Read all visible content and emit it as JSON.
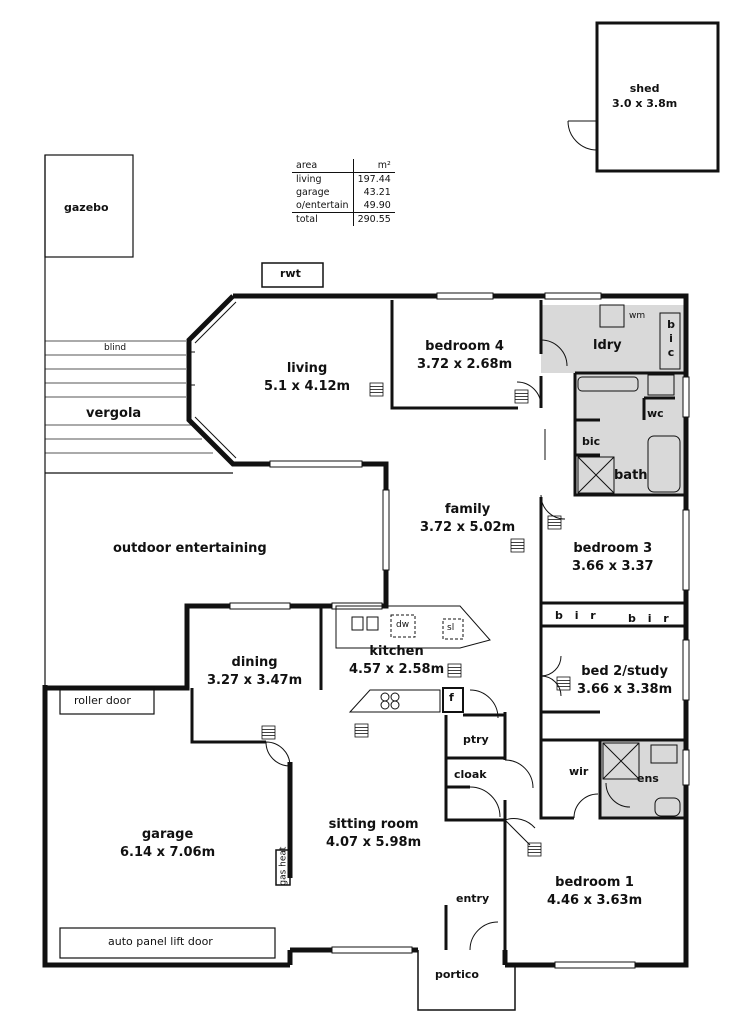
{
  "area_table": {
    "header": {
      "label": "area",
      "unit": "m²"
    },
    "rows": [
      {
        "label": "living",
        "value": "197.44"
      },
      {
        "label": "garage",
        "value": "43.21"
      },
      {
        "label": "o/entertain",
        "value": "49.90"
      }
    ],
    "total": {
      "label": "total",
      "value": "290.55"
    }
  },
  "rooms": {
    "shed": {
      "name": "shed",
      "size": "3.0 x 3.8m"
    },
    "gazebo": {
      "name": "gazebo"
    },
    "rwt": {
      "name": "rwt"
    },
    "living": {
      "name": "living",
      "size": "5.1 x 4.12m"
    },
    "bedroom4": {
      "name": "bedroom 4",
      "size": "3.72 x 2.68m"
    },
    "laundry": {
      "name": "ldry"
    },
    "wm": {
      "name": "wm"
    },
    "bic_laundry": {
      "name": "b i c"
    },
    "wc": {
      "name": "wc"
    },
    "bic_bath": {
      "name": "bic"
    },
    "bath": {
      "name": "bath"
    },
    "blind": {
      "name": "blind"
    },
    "vergola": {
      "name": "vergola"
    },
    "outdoor": {
      "name": "outdoor entertaining"
    },
    "family": {
      "name": "family",
      "size": "3.72 x 5.02m"
    },
    "bedroom3": {
      "name": "bedroom 3",
      "size": "3.66 x 3.37"
    },
    "bir_a": {
      "name": "b i r"
    },
    "bir_b": {
      "name": "b i r"
    },
    "dw": {
      "name": "dw"
    },
    "sl": {
      "name": "sl"
    },
    "kitchen": {
      "name": "kitchen",
      "size": "4.57 x 2.58m"
    },
    "dining": {
      "name": "dining",
      "size": "3.27 x 3.47m"
    },
    "fridge": {
      "name": "f"
    },
    "bed2": {
      "name": "bed 2/study",
      "size": "3.66 x 3.38m"
    },
    "roller": {
      "name": "roller door"
    },
    "ptry": {
      "name": "ptry"
    },
    "cloak": {
      "name": "cloak"
    },
    "wir": {
      "name": "wir"
    },
    "ens": {
      "name": "ens"
    },
    "garage": {
      "name": "garage",
      "size": "6.14 x 7.06m"
    },
    "sitting": {
      "name": "sitting room",
      "size": "4.07 x 5.98m"
    },
    "gas_heat": {
      "name": "gas heat"
    },
    "bedroom1": {
      "name": "bedroom 1",
      "size": "4.46 x 3.63m"
    },
    "entry": {
      "name": "entry"
    },
    "lift_door": {
      "name": "auto panel lift door"
    },
    "portico": {
      "name": "portico"
    }
  }
}
